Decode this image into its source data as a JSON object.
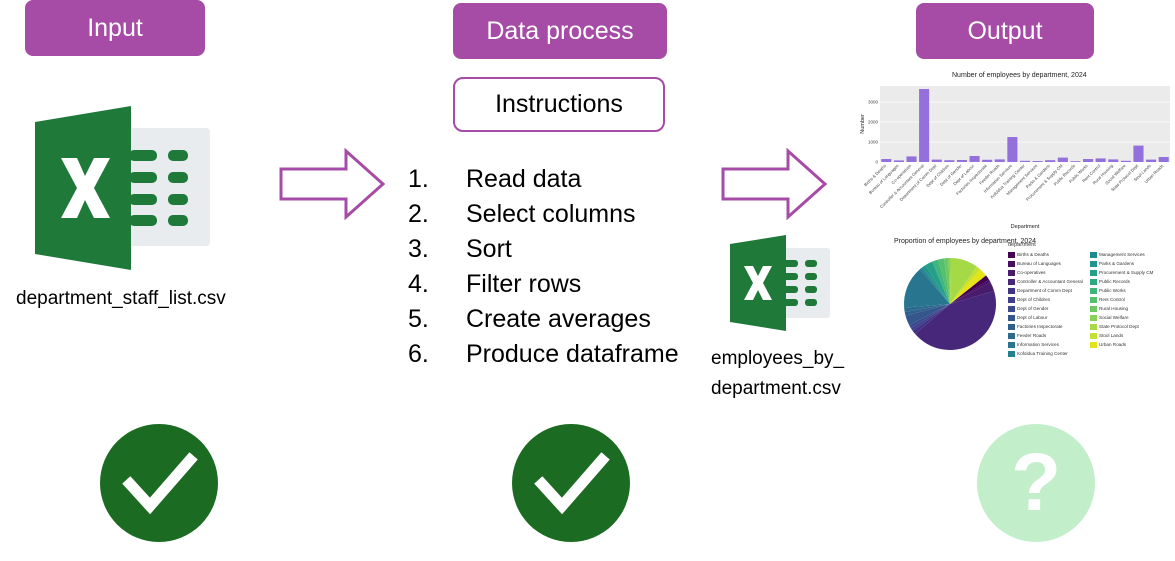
{
  "stages": {
    "input": "Input",
    "process": "Data process",
    "output": "Output"
  },
  "instructions": {
    "title": "Instructions",
    "steps": [
      {
        "num": "1.",
        "text": "Read data"
      },
      {
        "num": "2.",
        "text": "Select columns"
      },
      {
        "num": "3.",
        "text": "Sort"
      },
      {
        "num": "4.",
        "text": "Filter rows"
      },
      {
        "num": "5.",
        "text": "Create averages"
      },
      {
        "num": "6.",
        "text": "Produce dataframe"
      }
    ]
  },
  "files": {
    "input": "department_staff_list.csv",
    "output": "employees_by_department.csv"
  },
  "status": {
    "output_symbol": "?"
  },
  "colors": {
    "accent": "#a64ca6",
    "excel_green": "#1f7a3a",
    "check_green": "#1b6b22",
    "pending_green": "#c2efca",
    "bar": "#9370db"
  },
  "chart_data": [
    {
      "type": "bar",
      "title": "Number of employees by department, 2024",
      "xlabel": "Department",
      "ylabel": "Number",
      "ylim": [
        0,
        3800
      ],
      "yticks": [
        "0",
        "1000",
        "2000",
        "3000"
      ],
      "categories": [
        "Births & Deaths",
        "Bureau of Languages",
        "Co-operatives",
        "Controller & Accountant General",
        "Department of Comm Dept",
        "Dept of Children",
        "Dept of Gender",
        "Dept of Labour",
        "Factories Inspectorate",
        "Feeder Roads",
        "Information Services",
        "Kofoldua Training Center",
        "Management Services",
        "Parks & Gardens",
        "Procurement & Supply CM",
        "Public Records",
        "Public Works",
        "Rent Control",
        "Rural Housing",
        "Social Welfare",
        "State Protocol Dept",
        "Stool Lands",
        "Urban Roads"
      ],
      "values": [
        150,
        80,
        280,
        3650,
        120,
        90,
        100,
        300,
        110,
        130,
        1250,
        60,
        50,
        90,
        220,
        40,
        150,
        180,
        130,
        60,
        820,
        120,
        250
      ],
      "grid": true
    },
    {
      "type": "pie",
      "title": "Proportion of employees by department, 2024",
      "legend_title": "department",
      "legend_position": "right",
      "categories": [
        "Births & Deaths",
        "Bureau of Languages",
        "Co-operatives",
        "Controller & Accountant General",
        "Department of Comm Dept",
        "Dept of Children",
        "Dept of Gender",
        "Dept of Labour",
        "Factories Inspectorate",
        "Feeder Roads",
        "Information Services",
        "Kofoldua Training Center",
        "Management Services",
        "Parks & Gardens",
        "Procurement & Supply CM",
        "Public Records",
        "Public Works",
        "Rent Control",
        "Rural Housing",
        "Social Welfare",
        "State Protocol Dept",
        "Stool Lands",
        "Urban Roads"
      ],
      "values": [
        150,
        80,
        280,
        3650,
        120,
        90,
        100,
        300,
        110,
        130,
        1250,
        60,
        50,
        90,
        220,
        40,
        150,
        180,
        130,
        60,
        820,
        120,
        250
      ],
      "colors": [
        "#440154",
        "#470e61",
        "#481b6d",
        "#46277a",
        "#433384",
        "#3f3f8c",
        "#3a4a8c",
        "#35558d",
        "#30608d",
        "#2c6a8e",
        "#287590",
        "#23808e",
        "#1f8a8c",
        "#1f958b",
        "#23a087",
        "#2eaa81",
        "#3fb579",
        "#55bf6e",
        "#6dc862",
        "#88d255",
        "#a5da46",
        "#c3e135",
        "#e4e419"
      ]
    }
  ]
}
